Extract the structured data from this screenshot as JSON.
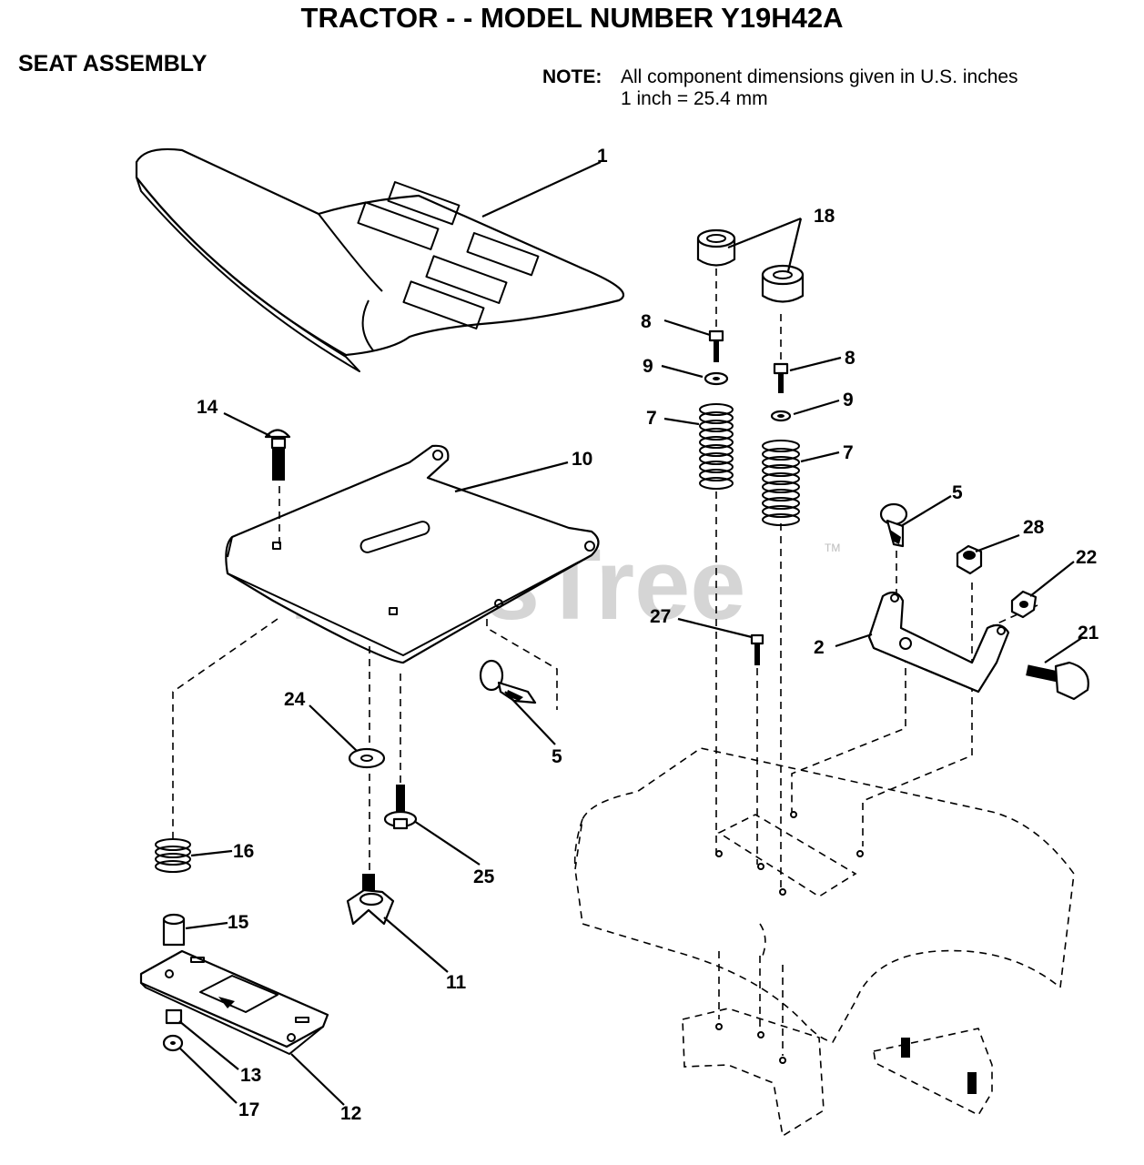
{
  "header": {
    "title": "TRACTOR - - MODEL NUMBER Y19H42A",
    "section": "SEAT ASSEMBLY"
  },
  "note": {
    "label": "NOTE:",
    "line1": "All component dimensions given in U.S. inches",
    "line2": "1 inch = 25.4 mm"
  },
  "watermark": {
    "text": "PartsTree",
    "tm": "TM"
  },
  "callouts": {
    "c1": "1",
    "c2": "2",
    "c5a": "5",
    "c5b": "5",
    "c7a": "7",
    "c7b": "7",
    "c8a": "8",
    "c8b": "8",
    "c9a": "9",
    "c9b": "9",
    "c10": "10",
    "c11": "11",
    "c12": "12",
    "c13": "13",
    "c14": "14",
    "c15": "15",
    "c16": "16",
    "c17": "17",
    "c18": "18",
    "c21": "21",
    "c22": "22",
    "c24": "24",
    "c25": "25",
    "c27": "27",
    "c28": "28"
  }
}
